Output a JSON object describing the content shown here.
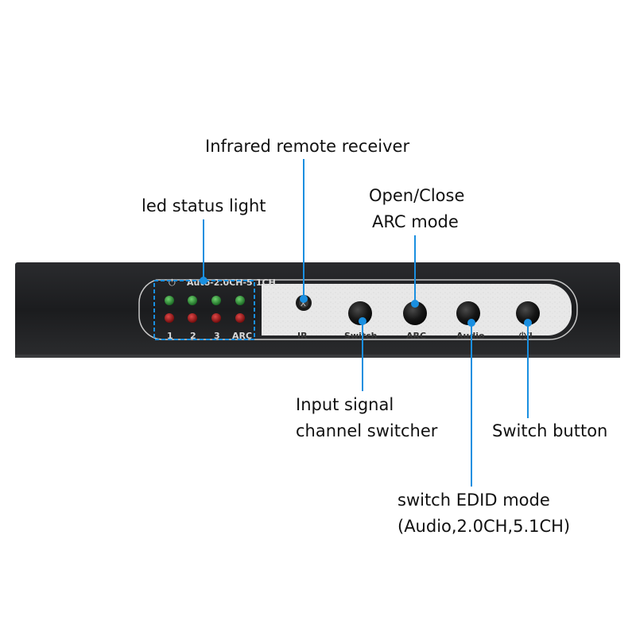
{
  "callouts": {
    "ir_receiver": "Infrared remote receiver",
    "led_status": "led status light",
    "arc_line1": "Open/Close",
    "arc_line2": "ARC mode",
    "input_line1": "Input signal",
    "input_line2": "channel switcher",
    "switch_button": "Switch button",
    "edid_line1": "switch EDID mode",
    "edid_line2": "(Audio,2.0CH,5.1CH)"
  },
  "panel": {
    "power_symbol": "⏻",
    "mode_label": "Auto-2.0CH-5.1CH",
    "led_labels": [
      "1",
      "2",
      "3",
      "ARC"
    ],
    "ir_label": "IR",
    "ir_glyph": "X",
    "buttons": [
      {
        "key": "switch",
        "label": "Switch"
      },
      {
        "key": "arc",
        "label": "ARC"
      },
      {
        "key": "audio",
        "label": "Audio"
      },
      {
        "key": "power",
        "label": "⏻/I"
      }
    ]
  },
  "colors": {
    "leader_line": "#1a8fe0",
    "led_green": "#1e8c2a",
    "led_red": "#b01010",
    "chassis": "#1e1f21",
    "panel_frame": "#c8c8c8"
  }
}
